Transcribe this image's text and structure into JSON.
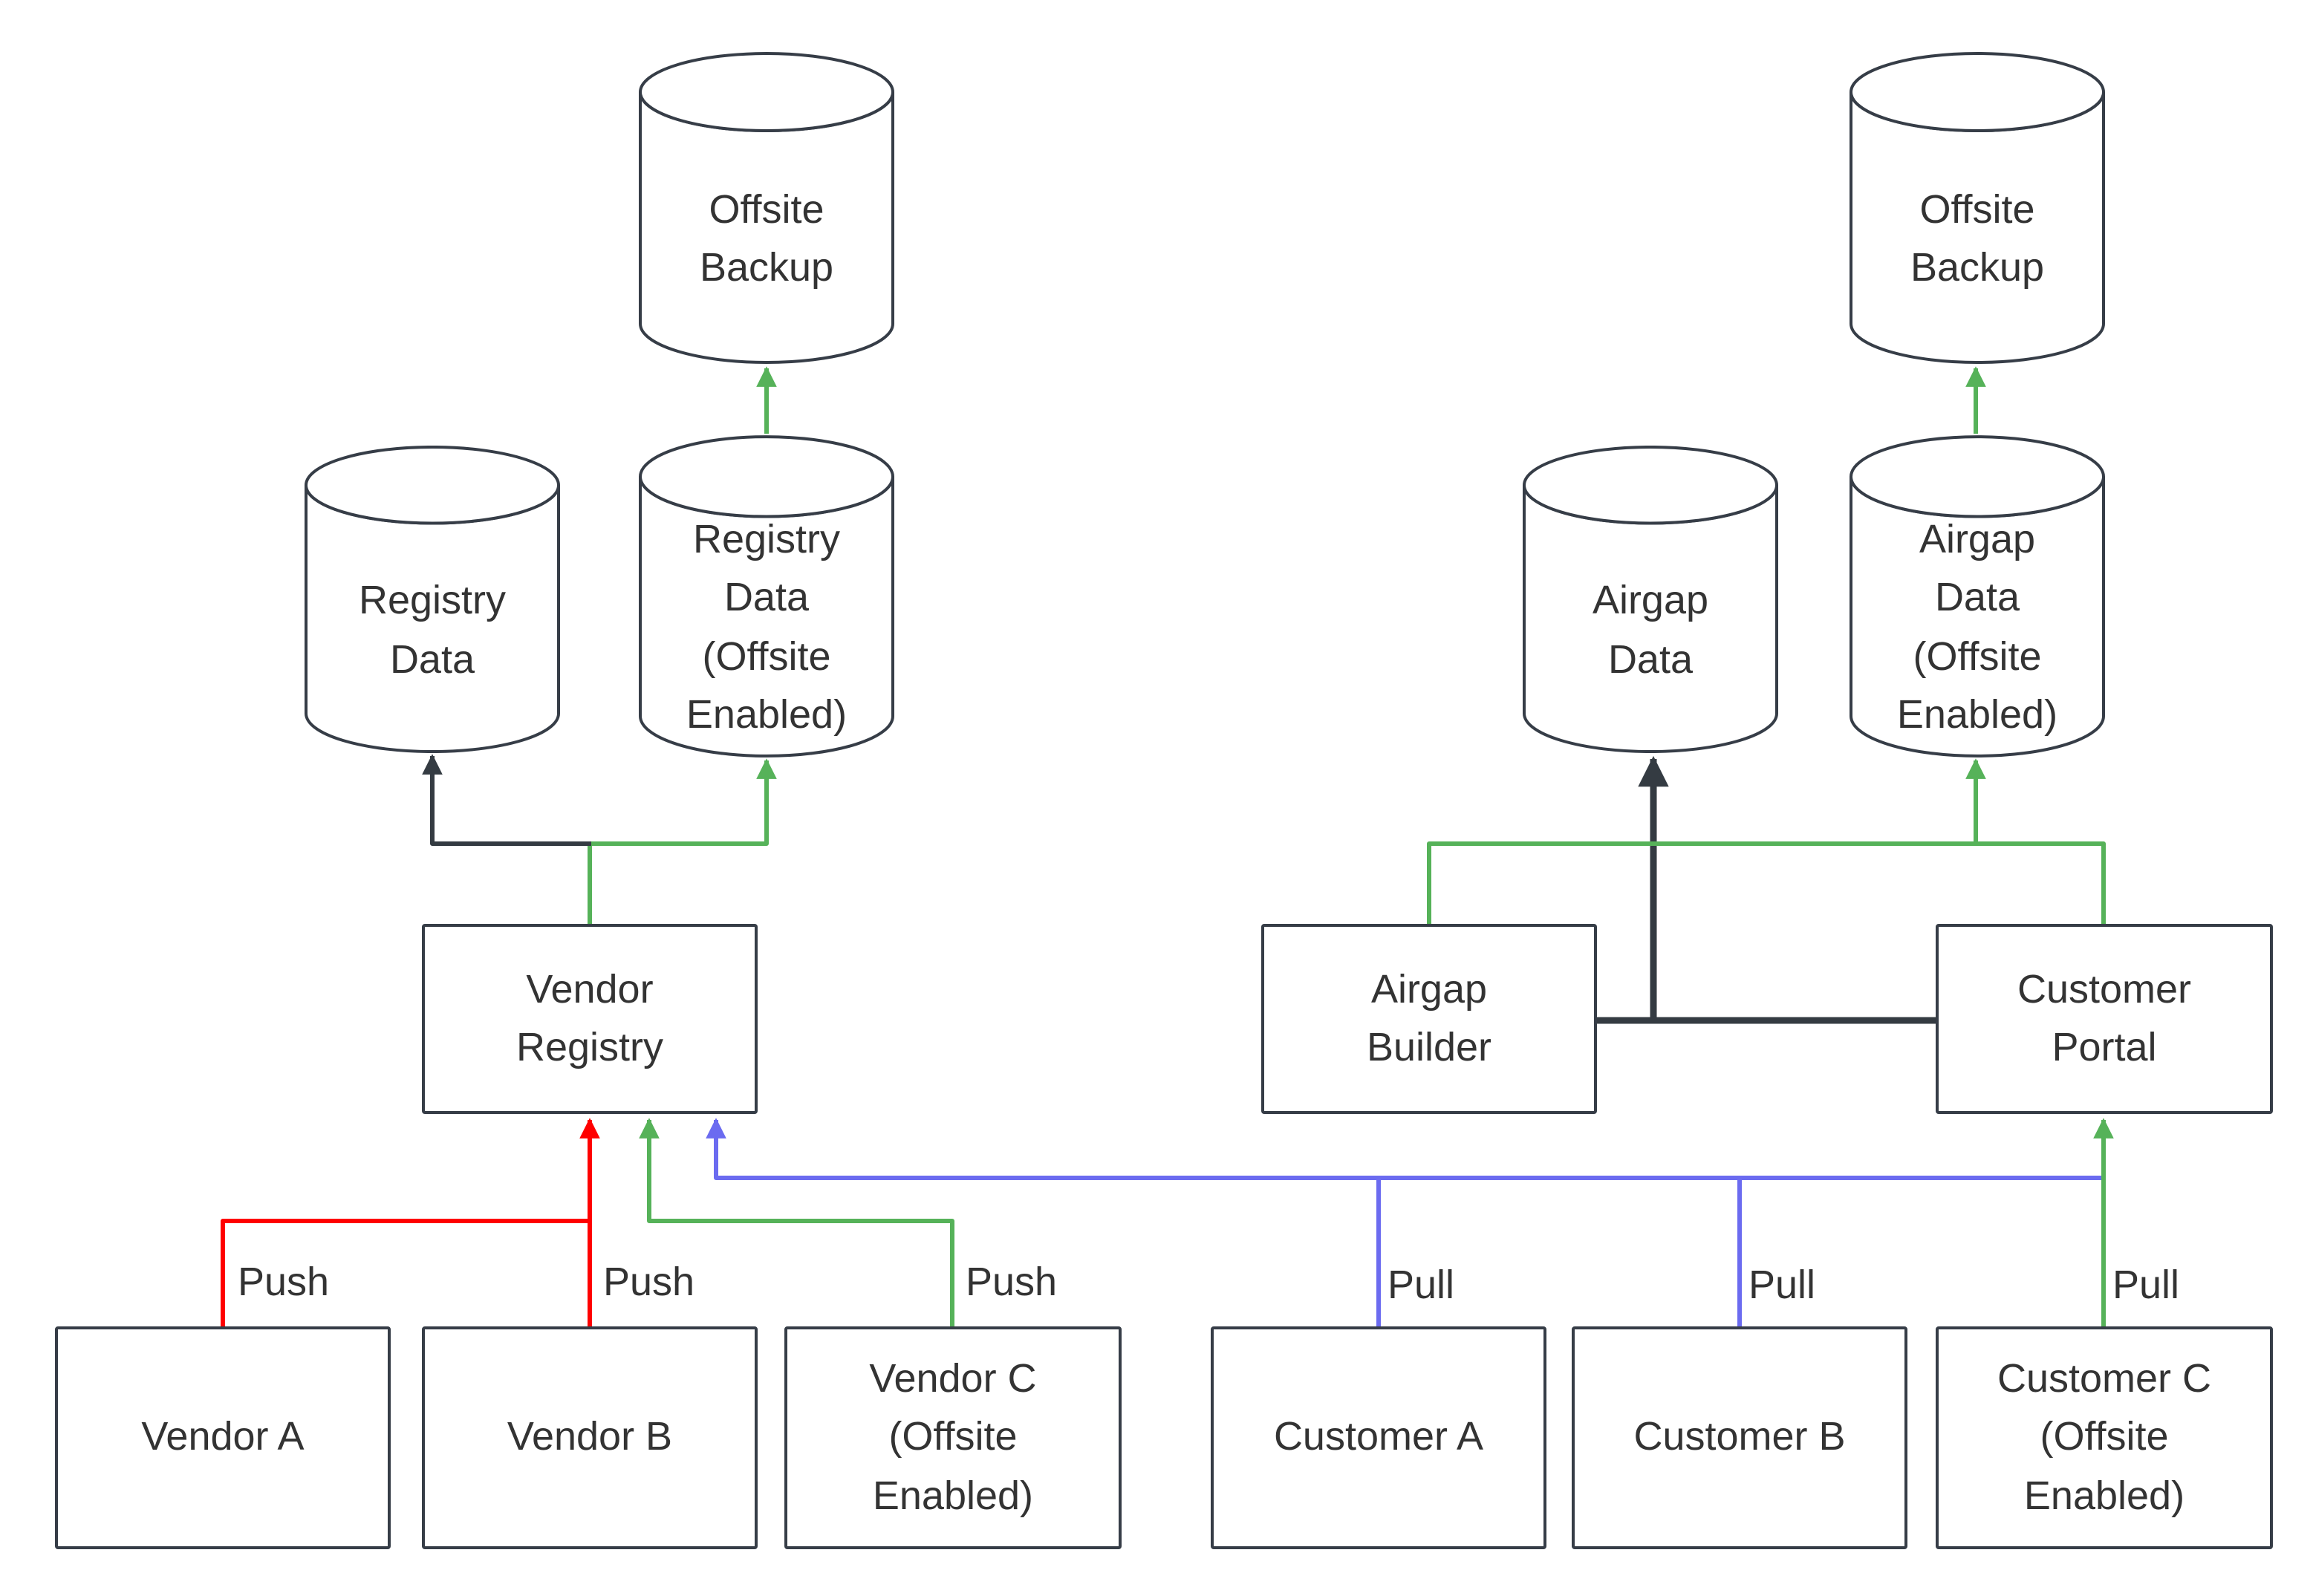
{
  "diagram": {
    "colors": {
      "red": "#ff0000",
      "green": "#56b259",
      "blue": "#6b6bf0",
      "dark": "#343b42"
    }
  },
  "nodes": {
    "offsite_backup_left": {
      "label": "Offsite\nBackup",
      "shape": "cylinder"
    },
    "registry_data": {
      "label": "Registry\nData",
      "shape": "cylinder"
    },
    "registry_data_offsite": {
      "label": "Registry\nData\n(Offsite\nEnabled)",
      "shape": "cylinder"
    },
    "vendor_registry": {
      "label": "Vendor\nRegistry",
      "shape": "box"
    },
    "vendor_a": {
      "label": "Vendor A",
      "shape": "box"
    },
    "vendor_b": {
      "label": "Vendor B",
      "shape": "box"
    },
    "vendor_c": {
      "label": "Vendor C\n(Offsite\nEnabled)",
      "shape": "box"
    },
    "offsite_backup_right": {
      "label": "Offsite\nBackup",
      "shape": "cylinder"
    },
    "airgap_data": {
      "label": "Airgap\nData",
      "shape": "cylinder"
    },
    "airgap_data_offsite": {
      "label": "Airgap\nData\n(Offsite\nEnabled)",
      "shape": "cylinder"
    },
    "airgap_builder": {
      "label": "Airgap\nBuilder",
      "shape": "box"
    },
    "customer_portal": {
      "label": "Customer\nPortal",
      "shape": "box"
    },
    "customer_a": {
      "label": "Customer A",
      "shape": "box"
    },
    "customer_b": {
      "label": "Customer B",
      "shape": "box"
    },
    "customer_c": {
      "label": "Customer C\n(Offsite\nEnabled)",
      "shape": "box"
    }
  },
  "edge_labels": {
    "push_vendor_a": "Push",
    "push_vendor_b": "Push",
    "push_vendor_c": "Push",
    "pull_customer_a": "Pull",
    "pull_customer_b": "Pull",
    "pull_customer_c": "Pull"
  },
  "edges": [
    {
      "from": "Vendor A",
      "to": "Vendor Registry",
      "label": "Push",
      "color": "red"
    },
    {
      "from": "Vendor B",
      "to": "Vendor Registry",
      "label": "Push",
      "color": "red"
    },
    {
      "from": "Vendor C (Offsite Enabled)",
      "to": "Vendor Registry",
      "label": "Push",
      "color": "green"
    },
    {
      "from": "Customer A",
      "to": "Vendor Registry",
      "label": "Pull",
      "color": "blue"
    },
    {
      "from": "Customer B",
      "to": "Vendor Registry",
      "label": "Pull",
      "color": "blue"
    },
    {
      "from": "Customer C (Offsite Enabled)",
      "to": "Customer Portal",
      "label": "Pull",
      "color": "green"
    },
    {
      "from": "Vendor Registry",
      "to": "Registry Data",
      "color": "dark"
    },
    {
      "from": "Vendor Registry",
      "to": "Registry Data (Offsite Enabled)",
      "color": "green"
    },
    {
      "from": "Registry Data (Offsite Enabled)",
      "to": "Offsite Backup",
      "color": "green"
    },
    {
      "from": "Airgap Builder",
      "to": "Airgap Data",
      "color": "dark"
    },
    {
      "from": "Customer Portal",
      "to": "Airgap Data",
      "color": "dark"
    },
    {
      "from": "Airgap Builder",
      "to": "Airgap Data (Offsite Enabled)",
      "color": "green"
    },
    {
      "from": "Customer Portal",
      "to": "Airgap Data (Offsite Enabled)",
      "color": "green"
    },
    {
      "from": "Airgap Data (Offsite Enabled)",
      "to": "Offsite Backup",
      "color": "green"
    }
  ]
}
